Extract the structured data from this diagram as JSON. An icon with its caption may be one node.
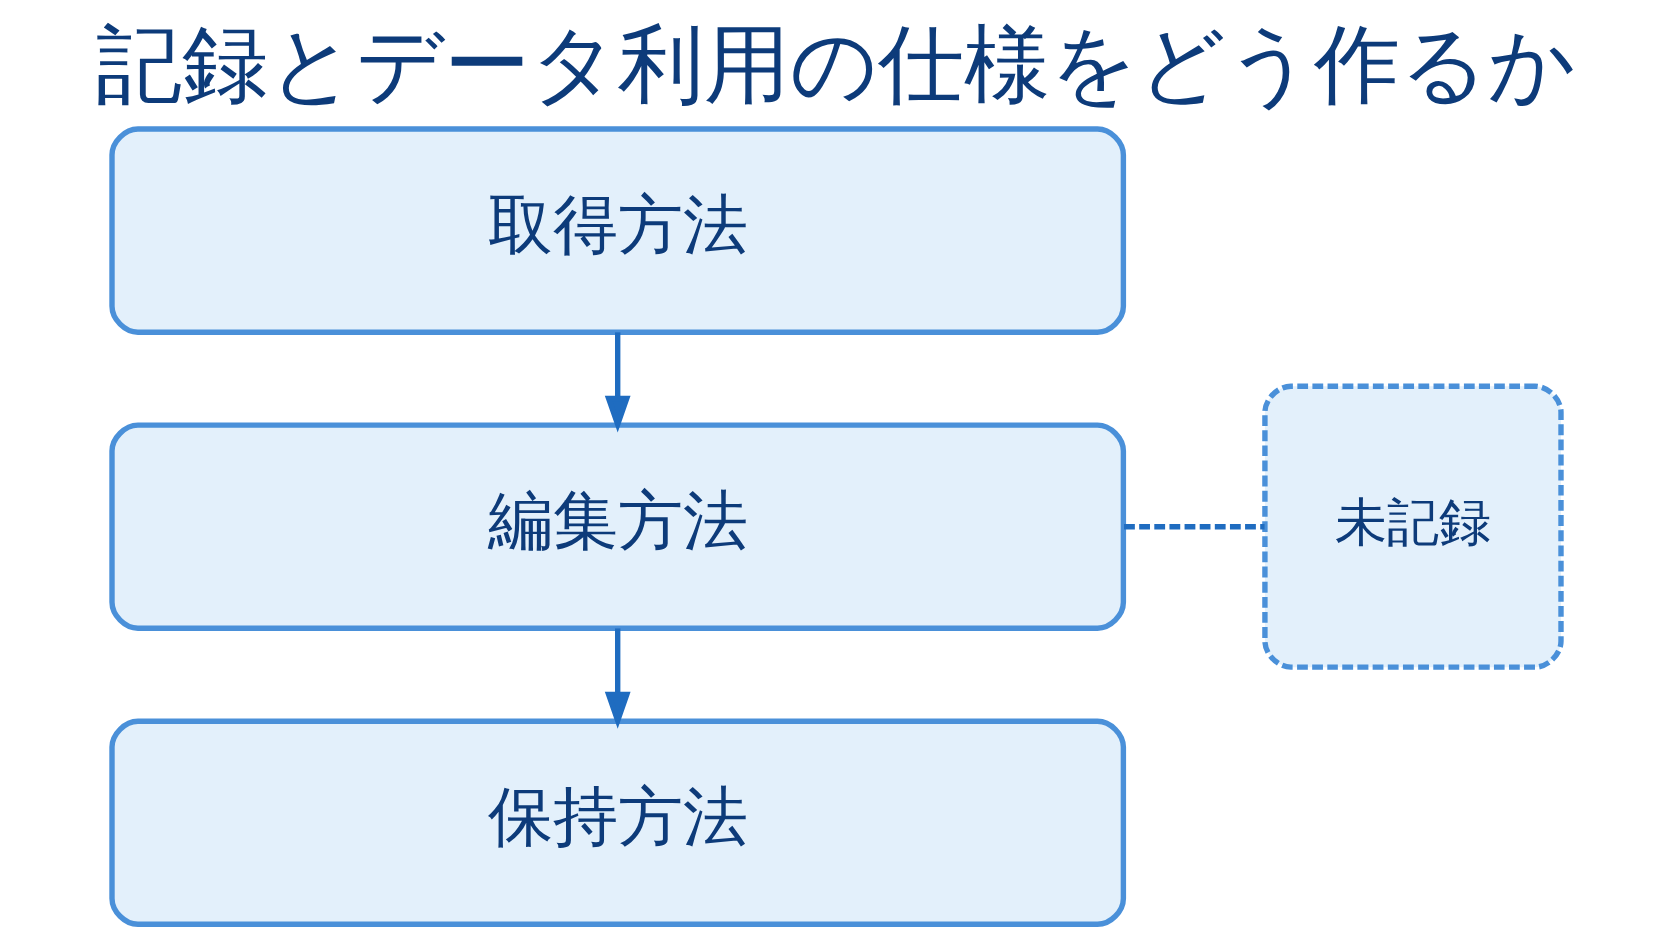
{
  "diagram": {
    "title": "記録とデータ利用の仕様をどう作るか",
    "nodes": [
      {
        "text": [
          "取得方法"
        ]
      },
      {
        "text": [
          "編集方法"
        ]
      },
      {
        "text": [
          "保持方法"
        ]
      },
      {
        "text": [
          "未記録"
        ]
      }
    ],
    "edges": [
      {
        "from": 0,
        "to": 1,
        "arrow": "to"
      },
      {
        "from": 1,
        "to": 2,
        "arrow": "to"
      },
      {
        "from": 1,
        "to": 3,
        "arrow": "none",
        "style": "dashed"
      }
    ]
  }
}
